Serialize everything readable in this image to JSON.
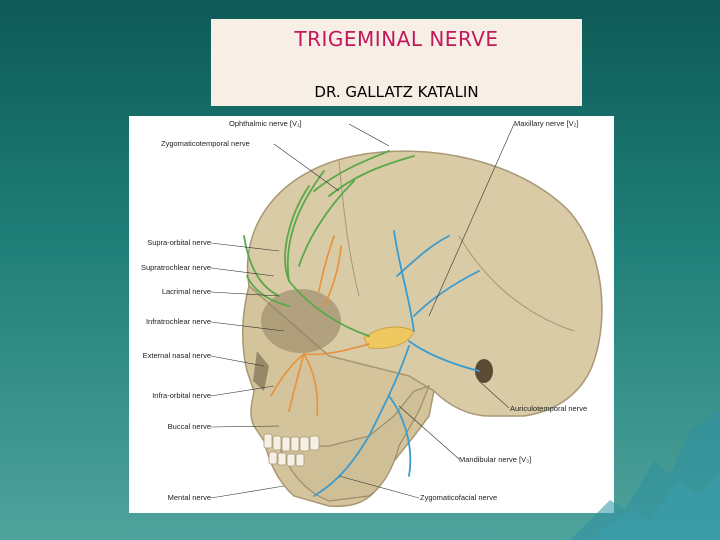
{
  "slide": {
    "title": "TRIGEMINAL NERVE",
    "author": "DR. GALLATZ KATALIN"
  },
  "figure": {
    "labels": {
      "ophthalmic": "Ophthalmic nerve [V₁]",
      "zygomaticotemporal": "Zygomaticotemporal nerve",
      "maxillary": "Maxillary nerve [V₂]",
      "supraorbital": "Supra-orbital nerve",
      "supratrochlear": "Supratrochlear nerve",
      "lacrimal": "Lacrimal nerve",
      "infratrochlear": "Infratrochlear nerve",
      "external_nasal": "External nasal nerve",
      "infraorbital": "Infra-orbital nerve",
      "buccal": "Buccal nerve",
      "auriculotemporal": "Auriculotemporal nerve",
      "mandibular": "Mandibular nerve [V₃]",
      "mental": "Mental nerve",
      "zygomaticofacial": "Zygomaticofacial nerve"
    },
    "colors": {
      "bone": "#d9cba6",
      "bone_shadow": "#a89874",
      "ophthalmic_branch": "#5aa84a",
      "maxillary_branch": "#e8903a",
      "mandibular_branch": "#3a9ccf",
      "ganglion": "#f0c860"
    }
  }
}
